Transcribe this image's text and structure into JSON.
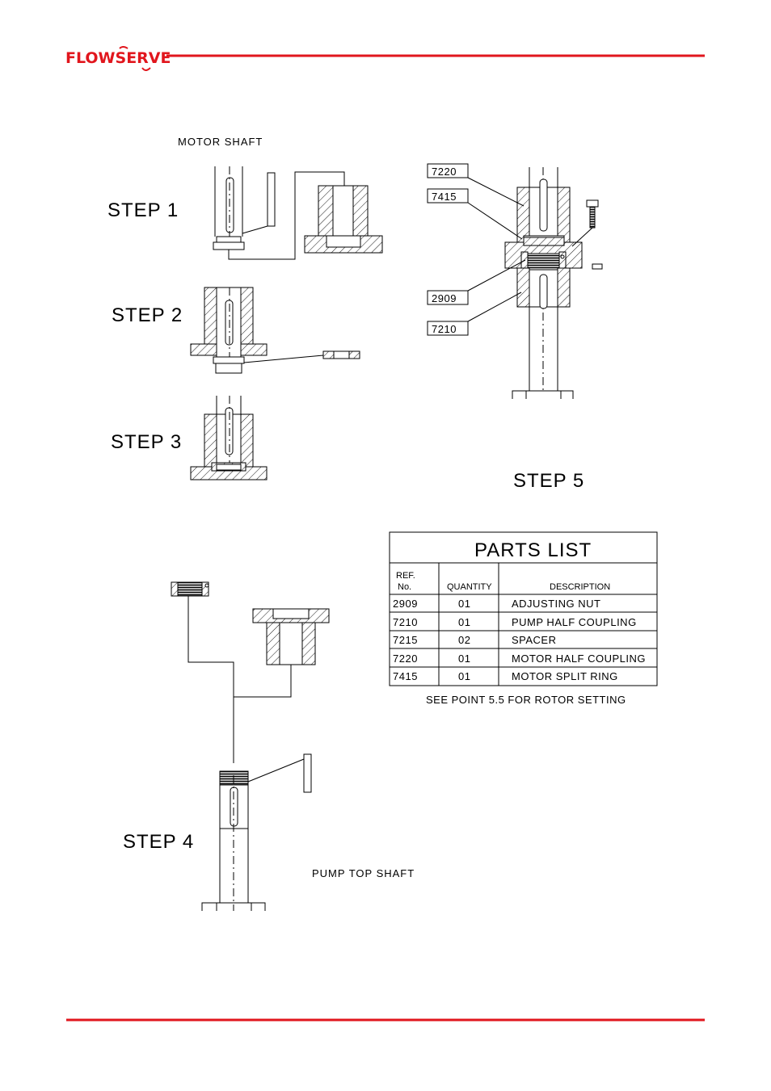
{
  "brand": {
    "logo_text": "FLOWSERVE",
    "logo_color": "#e1161d",
    "rule_color": "#e1161d"
  },
  "labels": {
    "motor_shaft": "MOTOR SHAFT",
    "pump_top_shaft": "PUMP TOP SHAFT",
    "step1": "STEP 1",
    "step2": "STEP 2",
    "step3": "STEP 3",
    "step4": "STEP 4",
    "step5": "STEP 5"
  },
  "callouts": [
    "7220",
    "7415",
    "2909",
    "7210"
  ],
  "parts_list": {
    "title": "PARTS LIST",
    "headers": {
      "ref_line1": "REF.",
      "ref_line2": "No.",
      "quantity": "QUANTITY",
      "description": "DESCRIPTION"
    },
    "rows": [
      {
        "ref": "2909",
        "qty": "01",
        "desc": "ADJUSTING NUT"
      },
      {
        "ref": "7210",
        "qty": "01",
        "desc": "PUMP HALF COUPLING"
      },
      {
        "ref": "7215",
        "qty": "02",
        "desc": "SPACER"
      },
      {
        "ref": "7220",
        "qty": "01",
        "desc": "MOTOR HALF COUPLING"
      },
      {
        "ref": "7415",
        "qty": "01",
        "desc": "MOTOR SPLIT RING"
      }
    ],
    "note": "SEE POINT 5.5 FOR ROTOR SETTING"
  }
}
